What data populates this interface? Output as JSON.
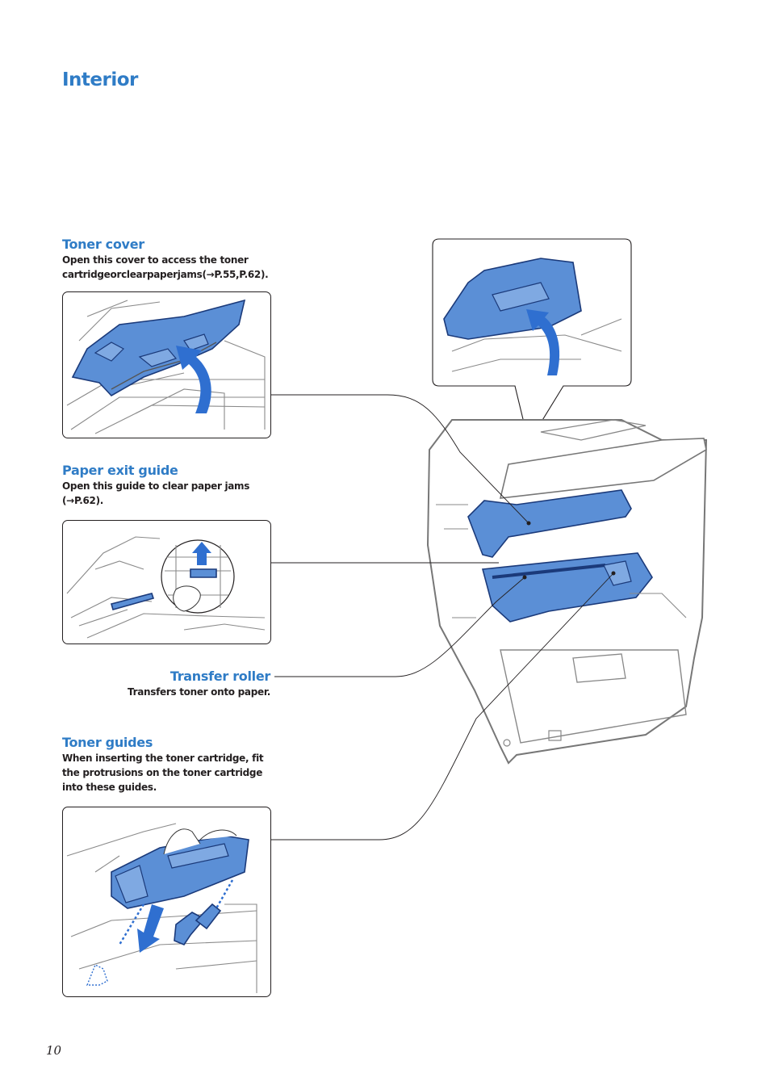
{
  "page": {
    "title": "Interior",
    "page_number": "10"
  },
  "sections": {
    "toner_cover": {
      "heading": "Toner cover",
      "desc_line1": "Open this cover to access the toner",
      "desc_line2": "cartridgeorclearpaperjams(→P.55,P.62)."
    },
    "paper_exit_guide": {
      "heading": "Paper exit guide",
      "desc_line1": "Open this guide to clear paper jams",
      "desc_line2": "(→P.62)."
    },
    "transfer_roller": {
      "heading": "Transfer roller",
      "desc_line1": "Transfers toner onto paper."
    },
    "toner_guides": {
      "heading": "Toner guides",
      "desc_line1": "When inserting the toner cartridge, fit",
      "desc_line2": "the protrusions on the toner cartridge",
      "desc_line3": "into these guides."
    }
  },
  "colors": {
    "accent": "#2f7cc6",
    "part_highlight": "#5b8fd6",
    "text": "#231f20"
  },
  "icons": [
    "up-arrow-icon",
    "down-arrow-icon"
  ]
}
